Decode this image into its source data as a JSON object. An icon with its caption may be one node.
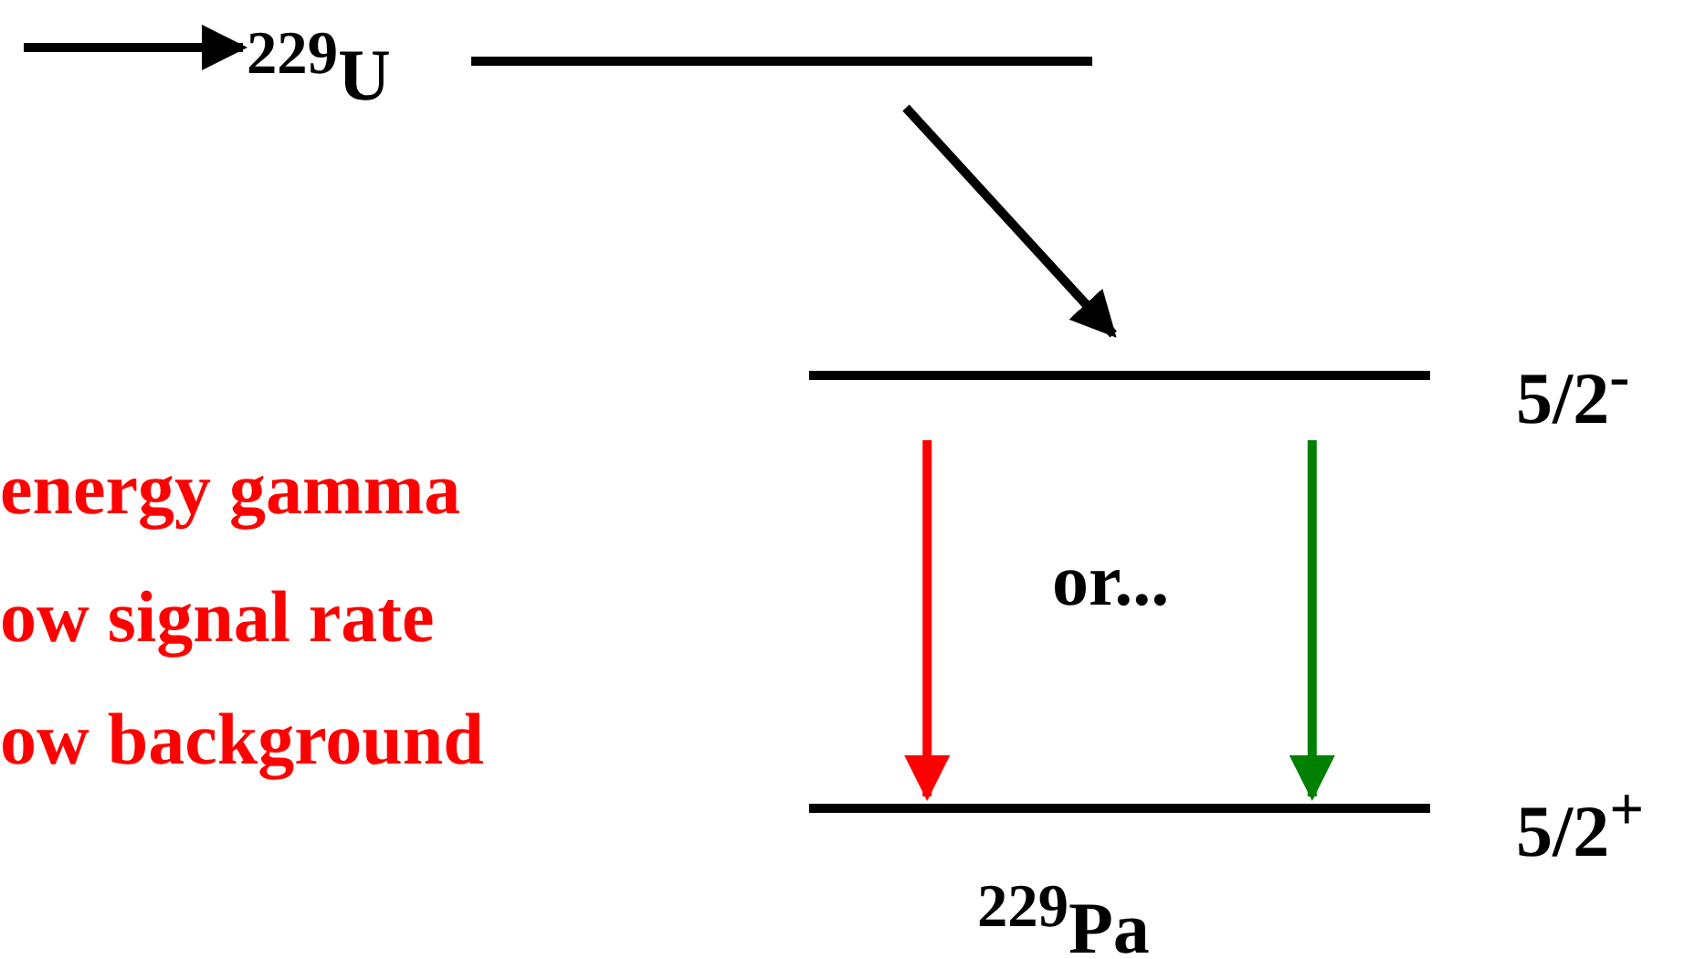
{
  "diagram": {
    "nodes": [
      {
        "text": [
          "$^{229}$U"
        ]
      },
      {
        "text": [
          "5/2$^{-}$"
        ]
      },
      {
        "text": [
          "5/2$^{+}$",
          "$^{229}$Pa"
        ]
      }
    ],
    "edges": [
      {
        "from": null,
        "to": 0,
        "arrow": "to"
      },
      {
        "from": 0,
        "to": 1,
        "arrow": "to"
      },
      {
        "from": 1,
        "to": 2,
        "arrow": "to",
        "color": "#ff0000"
      },
      {
        "from": 1,
        "to": 2,
        "arrow": "to",
        "color": "#008000"
      }
    ],
    "labels": [
      "or...",
      "energy gamma",
      "ow signal rate",
      "ow background"
    ]
  }
}
